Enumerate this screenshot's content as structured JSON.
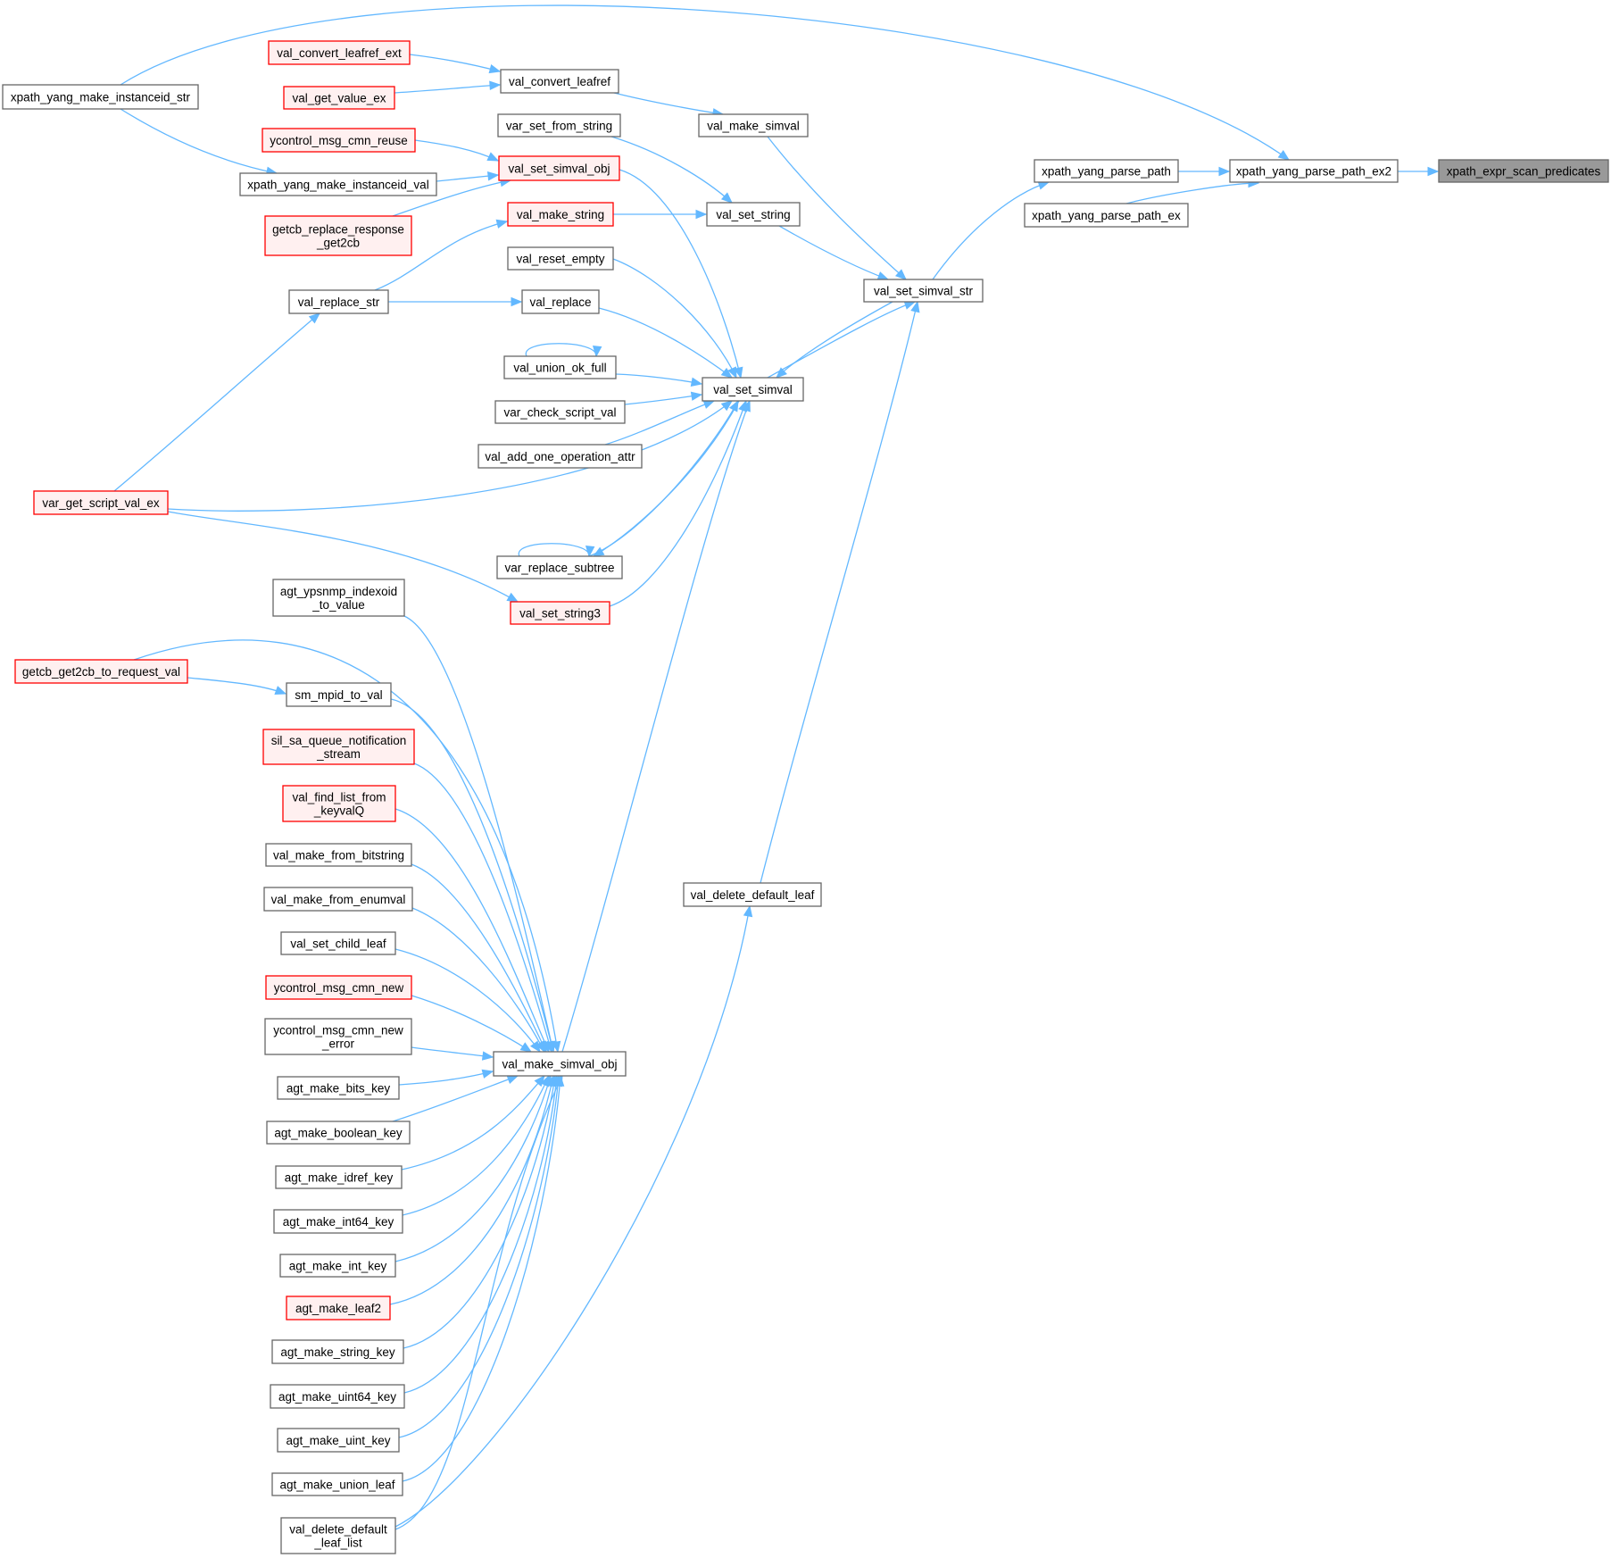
{
  "title": "xpath_expr_scan_predicates caller graph",
  "colors": {
    "edge": "#63b8ff",
    "node_border": "#666666",
    "node_fill": "#ffffff",
    "documented_missing_border": "#ff0000",
    "documented_missing_fill": "#fff0f0",
    "root_fill": "#999999"
  },
  "nodes": [
    {
      "id": "n1",
      "lines": [
        "xpath_expr_scan_predicates"
      ],
      "style": "root"
    },
    {
      "id": "n2",
      "lines": [
        "xpath_yang_parse_path_ex2"
      ],
      "style": "normal"
    },
    {
      "id": "n3",
      "lines": [
        "xpath_yang_parse_path"
      ],
      "style": "normal"
    },
    {
      "id": "n4",
      "lines": [
        "xpath_yang_parse_path_ex"
      ],
      "style": "normal"
    },
    {
      "id": "n5",
      "lines": [
        "val_set_simval_str"
      ],
      "style": "normal"
    },
    {
      "id": "n6",
      "lines": [
        "val_make_simval"
      ],
      "style": "normal"
    },
    {
      "id": "n7",
      "lines": [
        "val_convert_leafref"
      ],
      "style": "normal"
    },
    {
      "id": "n8",
      "lines": [
        "val_convert_leafref_ext"
      ],
      "style": "red"
    },
    {
      "id": "n9",
      "lines": [
        "val_get_value_ex"
      ],
      "style": "red"
    },
    {
      "id": "n10",
      "lines": [
        "xpath_yang_make_instanceid_str"
      ],
      "style": "normal"
    },
    {
      "id": "n11",
      "lines": [
        "var_set_from_string"
      ],
      "style": "normal"
    },
    {
      "id": "n12",
      "lines": [
        "val_set_simval_obj"
      ],
      "style": "red"
    },
    {
      "id": "n13",
      "lines": [
        "ycontrol_msg_cmn_reuse"
      ],
      "style": "red"
    },
    {
      "id": "n14",
      "lines": [
        "xpath_yang_make_instanceid_val"
      ],
      "style": "normal"
    },
    {
      "id": "n15",
      "lines": [
        "getcb_replace_response",
        "_get2cb"
      ],
      "style": "red"
    },
    {
      "id": "n16",
      "lines": [
        "val_make_string"
      ],
      "style": "red"
    },
    {
      "id": "n17",
      "lines": [
        "val_set_string"
      ],
      "style": "normal"
    },
    {
      "id": "n18",
      "lines": [
        "val_reset_empty"
      ],
      "style": "normal"
    },
    {
      "id": "n19",
      "lines": [
        "val_replace_str"
      ],
      "style": "normal"
    },
    {
      "id": "n20",
      "lines": [
        "val_replace"
      ],
      "style": "normal"
    },
    {
      "id": "n21",
      "lines": [
        "val_union_ok_full"
      ],
      "style": "normal"
    },
    {
      "id": "n22",
      "lines": [
        "val_set_simval"
      ],
      "style": "normal"
    },
    {
      "id": "n23",
      "lines": [
        "var_check_script_val"
      ],
      "style": "normal"
    },
    {
      "id": "n24",
      "lines": [
        "val_add_one_operation_attr"
      ],
      "style": "normal"
    },
    {
      "id": "n25",
      "lines": [
        "var_get_script_val_ex"
      ],
      "style": "red"
    },
    {
      "id": "n26",
      "lines": [
        "var_replace_subtree"
      ],
      "style": "normal"
    },
    {
      "id": "n27",
      "lines": [
        "val_set_string3"
      ],
      "style": "red"
    },
    {
      "id": "n28",
      "lines": [
        "agt_ypsnmp_indexoid",
        "_to_value"
      ],
      "style": "normal"
    },
    {
      "id": "n29",
      "lines": [
        "getcb_get2cb_to_request_val"
      ],
      "style": "red"
    },
    {
      "id": "n30",
      "lines": [
        "sm_mpid_to_val"
      ],
      "style": "normal"
    },
    {
      "id": "n31",
      "lines": [
        "sil_sa_queue_notification",
        "_stream"
      ],
      "style": "red"
    },
    {
      "id": "n32",
      "lines": [
        "val_find_list_from",
        "_keyvalQ"
      ],
      "style": "red"
    },
    {
      "id": "n33",
      "lines": [
        "val_make_from_bitstring"
      ],
      "style": "normal"
    },
    {
      "id": "n34",
      "lines": [
        "val_make_from_enumval"
      ],
      "style": "normal"
    },
    {
      "id": "n35",
      "lines": [
        "val_set_child_leaf"
      ],
      "style": "normal"
    },
    {
      "id": "n36",
      "lines": [
        "ycontrol_msg_cmn_new"
      ],
      "style": "red"
    },
    {
      "id": "n37",
      "lines": [
        "ycontrol_msg_cmn_new",
        "_error"
      ],
      "style": "normal"
    },
    {
      "id": "n38",
      "lines": [
        "val_make_simval_obj"
      ],
      "style": "normal"
    },
    {
      "id": "n39",
      "lines": [
        "agt_make_bits_key"
      ],
      "style": "normal"
    },
    {
      "id": "n40",
      "lines": [
        "agt_make_boolean_key"
      ],
      "style": "normal"
    },
    {
      "id": "n41",
      "lines": [
        "agt_make_idref_key"
      ],
      "style": "normal"
    },
    {
      "id": "n42",
      "lines": [
        "agt_make_int64_key"
      ],
      "style": "normal"
    },
    {
      "id": "n43",
      "lines": [
        "agt_make_int_key"
      ],
      "style": "normal"
    },
    {
      "id": "n44",
      "lines": [
        "agt_make_leaf2"
      ],
      "style": "red"
    },
    {
      "id": "n45",
      "lines": [
        "agt_make_string_key"
      ],
      "style": "normal"
    },
    {
      "id": "n46",
      "lines": [
        "agt_make_uint64_key"
      ],
      "style": "normal"
    },
    {
      "id": "n47",
      "lines": [
        "agt_make_uint_key"
      ],
      "style": "normal"
    },
    {
      "id": "n48",
      "lines": [
        "agt_make_union_leaf"
      ],
      "style": "normal"
    },
    {
      "id": "n49",
      "lines": [
        "val_delete_default",
        "_leaf_list"
      ],
      "style": "normal"
    },
    {
      "id": "n50",
      "lines": [
        "val_delete_default_leaf"
      ],
      "style": "normal"
    }
  ],
  "edges": [
    {
      "from": "n2",
      "to": "n1"
    },
    {
      "from": "n3",
      "to": "n2"
    },
    {
      "from": "n4",
      "to": "n2"
    },
    {
      "from": "n10",
      "to": "n2"
    },
    {
      "from": "n5",
      "to": "n3"
    },
    {
      "from": "n6",
      "to": "n5"
    },
    {
      "from": "n17",
      "to": "n5"
    },
    {
      "from": "n22",
      "to": "n5"
    },
    {
      "from": "n50",
      "to": "n5"
    },
    {
      "from": "n5",
      "to": "n22"
    },
    {
      "from": "n7",
      "to": "n6"
    },
    {
      "from": "n8",
      "to": "n7"
    },
    {
      "from": "n9",
      "to": "n7"
    },
    {
      "from": "n10",
      "to": "n14"
    },
    {
      "from": "n13",
      "to": "n12"
    },
    {
      "from": "n14",
      "to": "n12"
    },
    {
      "from": "n15",
      "to": "n12"
    },
    {
      "from": "n11",
      "to": "n17"
    },
    {
      "from": "n16",
      "to": "n17"
    },
    {
      "from": "n19",
      "to": "n16"
    },
    {
      "from": "n19",
      "to": "n20"
    },
    {
      "from": "n25",
      "to": "n19"
    },
    {
      "from": "n12",
      "to": "n22"
    },
    {
      "from": "n18",
      "to": "n22"
    },
    {
      "from": "n20",
      "to": "n22"
    },
    {
      "from": "n21",
      "to": "n22"
    },
    {
      "from": "n21",
      "to": "n21"
    },
    {
      "from": "n23",
      "to": "n22"
    },
    {
      "from": "n24",
      "to": "n22"
    },
    {
      "from": "n25",
      "to": "n22"
    },
    {
      "from": "n26",
      "to": "n22"
    },
    {
      "from": "n22",
      "to": "n26"
    },
    {
      "from": "n26",
      "to": "n26"
    },
    {
      "from": "n27",
      "to": "n22"
    },
    {
      "from": "n25",
      "to": "n27"
    },
    {
      "from": "n38",
      "to": "n22"
    },
    {
      "from": "n28",
      "to": "n38"
    },
    {
      "from": "n29",
      "to": "n38"
    },
    {
      "from": "n29",
      "to": "n30"
    },
    {
      "from": "n30",
      "to": "n38"
    },
    {
      "from": "n31",
      "to": "n38"
    },
    {
      "from": "n32",
      "to": "n38"
    },
    {
      "from": "n33",
      "to": "n38"
    },
    {
      "from": "n34",
      "to": "n38"
    },
    {
      "from": "n35",
      "to": "n38"
    },
    {
      "from": "n36",
      "to": "n38"
    },
    {
      "from": "n37",
      "to": "n38"
    },
    {
      "from": "n39",
      "to": "n38"
    },
    {
      "from": "n40",
      "to": "n38"
    },
    {
      "from": "n41",
      "to": "n38"
    },
    {
      "from": "n42",
      "to": "n38"
    },
    {
      "from": "n43",
      "to": "n38"
    },
    {
      "from": "n44",
      "to": "n38"
    },
    {
      "from": "n45",
      "to": "n38"
    },
    {
      "from": "n46",
      "to": "n38"
    },
    {
      "from": "n47",
      "to": "n38"
    },
    {
      "from": "n48",
      "to": "n38"
    },
    {
      "from": "n49",
      "to": "n38"
    },
    {
      "from": "n49",
      "to": "n50"
    }
  ]
}
